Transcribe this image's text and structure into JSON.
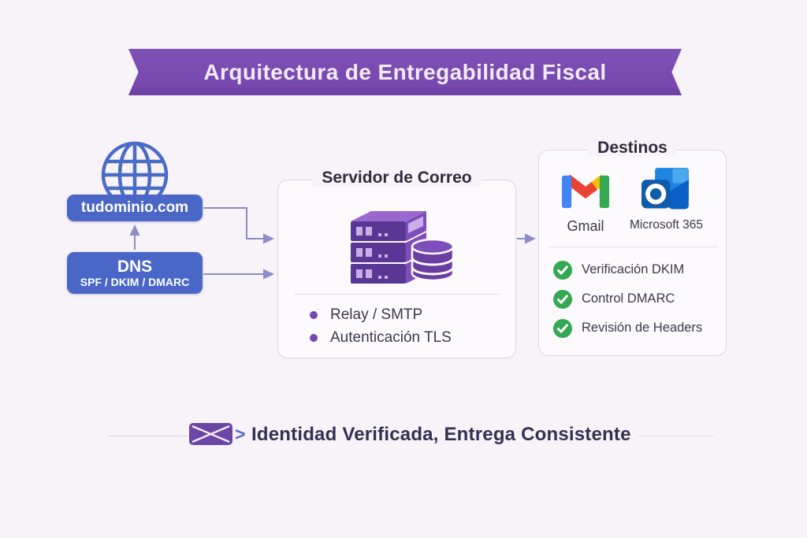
{
  "header": {
    "title": "Arquitectura de Entregabilidad Fiscal"
  },
  "source": {
    "globe_icon": "globe-icon",
    "domain_label": "tudominio.com",
    "dns_title": "DNS",
    "dns_records": "SPF / DKIM / DMARC"
  },
  "mail_server": {
    "title": "Servidor de Correo",
    "server_icon": "mail-server-icon",
    "features": [
      "Relay / SMTP",
      "Autenticación TLS"
    ]
  },
  "destinations": {
    "title": "Destinos",
    "providers": [
      {
        "name": "Gmail",
        "icon": "gmail-icon"
      },
      {
        "name": "Microsoft 365",
        "icon": "outlook-icon"
      }
    ],
    "checks": [
      "Verificación DKIM",
      "Control DMARC",
      "Revisión de Headers"
    ]
  },
  "footer": {
    "envelope_icon": "envelope-icon",
    "chevron": ">",
    "tagline": "Identidad Verificada, Entrega Consistente"
  },
  "colors": {
    "background": "#f8f3f8",
    "ribbon_purple": "#7748ae",
    "box_blue": "#4a67c8",
    "connector": "#8d8cc4",
    "accent_purple": "#6d41a8",
    "check_green": "#34a853",
    "text_dark": "#333052"
  }
}
